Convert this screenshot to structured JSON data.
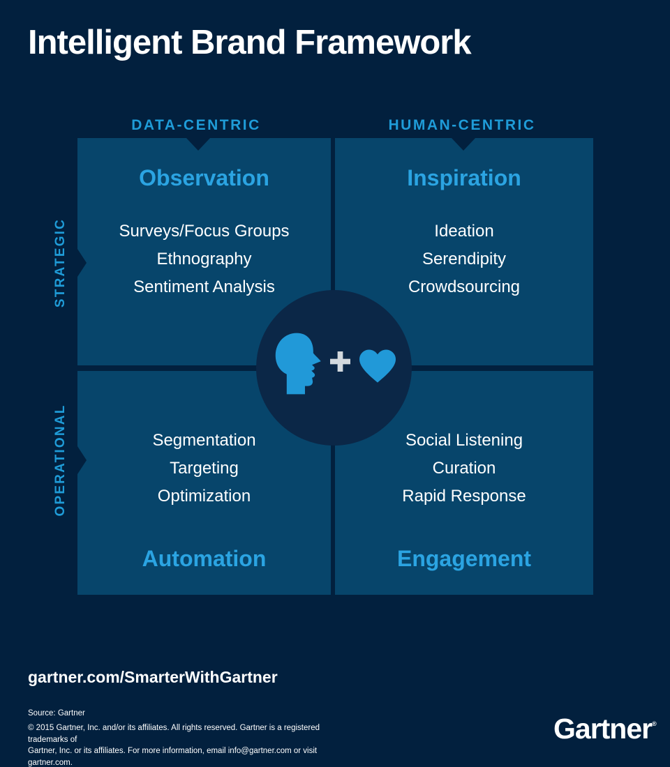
{
  "title": "Intelligent Brand Framework",
  "colors": {
    "background": "#02203E",
    "panel": "#07456B",
    "accent_heading": "#2BA4E2",
    "axis_label_blue": "#1F9CD8",
    "icon_blue": "#2199D8",
    "plus_gray": "#D3D9DE",
    "center_circle": "#0B2747",
    "text": "#FFFFFF"
  },
  "axes": {
    "columns": [
      {
        "label": "DATA-CENTRIC"
      },
      {
        "label": "HUMAN-CENTRIC"
      }
    ],
    "rows": [
      {
        "label": "STRATEGIC"
      },
      {
        "label": "OPERATIONAL"
      }
    ]
  },
  "quadrants": [
    {
      "heading": "Observation",
      "heading_position": "top",
      "items": [
        "Surveys/Focus Groups",
        "Ethnography",
        "Sentiment Analysis"
      ]
    },
    {
      "heading": "Inspiration",
      "heading_position": "top",
      "items": [
        "Ideation",
        "Serendipity",
        "Crowdsourcing"
      ]
    },
    {
      "heading": "Automation",
      "heading_position": "bottom",
      "items": [
        "Segmentation",
        "Targeting",
        "Optimization"
      ]
    },
    {
      "heading": "Engagement",
      "heading_position": "bottom",
      "items": [
        "Social Listening",
        "Curation",
        "Rapid Response"
      ]
    }
  ],
  "center": {
    "icons": [
      "head-icon",
      "plus-icon",
      "heart-icon"
    ]
  },
  "footer": {
    "url": "gartner.com/SmarterWithGartner",
    "source": "Source: Gartner",
    "copyright": "© 2015 Gartner, Inc. and/or its affiliates. All rights reserved. Gartner is a registered trademarks of\nGartner, Inc. or its affiliates. For more information, email info@gartner.com or visit gartner.com.",
    "logo": "Gartner",
    "logo_registered": "®"
  }
}
